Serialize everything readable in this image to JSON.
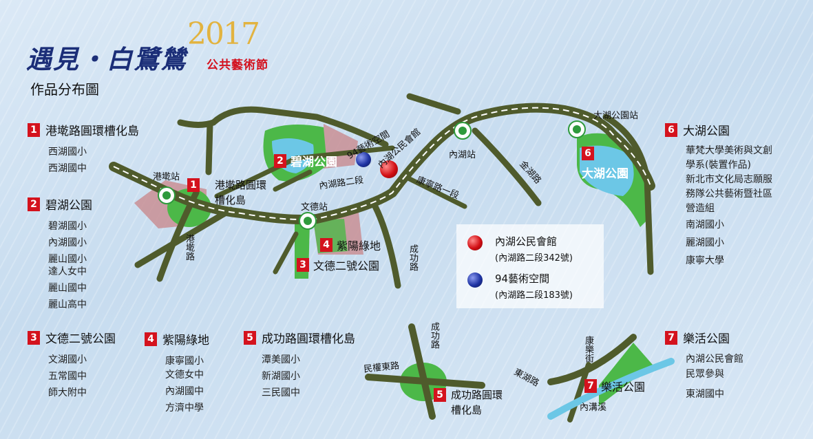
{
  "header": {
    "title": "遇見・白鷺鷥",
    "year": "2017",
    "festival": "公共藝術節",
    "subtitle": "作品分布圖"
  },
  "sections": [
    {
      "num": "1",
      "name": "港墘路圓環槽化島",
      "items": [
        "西湖國小",
        "西湖國中"
      ]
    },
    {
      "num": "2",
      "name": "碧湖公園",
      "items": [
        "碧湖國小",
        "內湖國小",
        "麗山國小",
        "達人女中",
        "麗山國中",
        "麗山高中"
      ]
    },
    {
      "num": "3",
      "name": "文德二號公園",
      "items": [
        "文湖國小",
        "五常國中",
        "師大附中"
      ]
    },
    {
      "num": "4",
      "name": "紫陽綠地",
      "items": [
        "康寧國小",
        "文德女中",
        "內湖國中",
        "方濟中學"
      ]
    },
    {
      "num": "5",
      "name": "成功路圓環槽化島",
      "items": [
        "潭美國小",
        "新湖國小",
        "三民國中"
      ]
    },
    {
      "num": "6",
      "name": "大湖公園",
      "items": [
        "華梵大學美術與文創",
        "學系(裝置作品)",
        "",
        "新北市文化局志願服",
        "務隊公共藝術暨社區",
        "營造組",
        "南湖國小",
        "麗湖國小",
        "康寧大學"
      ]
    },
    {
      "num": "7",
      "name": "樂活公園",
      "items": [
        "內湖公民會館",
        "民眾參與",
        "東湖國中"
      ]
    }
  ],
  "map": {
    "stations": {
      "gangqian": "港墘站",
      "wende": "文德站",
      "neihu": "內湖站",
      "dahu": "大湖公園站"
    },
    "roads": {
      "gangqian_rd": "港墘路",
      "neihu_rd2": "內湖路二段",
      "kangning_rd1": "康寧路一段",
      "jinhu_rd": "金湖路",
      "chenggong_rd": "成功路",
      "chenggong_rd_inset": "成功路",
      "minquan_e_rd": "民權東路",
      "donghu_rd": "東湖路",
      "kangle_st": "康樂街",
      "neigou_creek": "內溝溪"
    },
    "markers": {
      "m1": {
        "num": "1",
        "label_line1": "港墘路圓環",
        "label_line2": "槽化島"
      },
      "m2": {
        "num": "2",
        "label": "碧湖公園"
      },
      "m3": {
        "num": "3",
        "label": "文德二號公園"
      },
      "m4": {
        "num": "4",
        "label": "紫陽綠地"
      },
      "m5": {
        "num": "5",
        "label_line1": "成功路圓環",
        "label_line2": "槽化島"
      },
      "m6": {
        "num": "6",
        "label": "大湖公園"
      },
      "m7": {
        "num": "7",
        "label": "樂活公園"
      }
    },
    "pins": {
      "blue_label": "94藝術空間",
      "red_label": "內湖公民會館"
    }
  },
  "legend": [
    {
      "name": "內湖公民會館",
      "address": "(內湖路二段342號)",
      "color": "#d20e14"
    },
    {
      "name": "94藝術空間",
      "address": "(內湖路二段183號)",
      "color": "#1e33a3"
    }
  ],
  "colors": {
    "road": "#4f5b2c",
    "park": "#4cb848",
    "water": "#6cc7e6",
    "zone": "#c98f94",
    "badge": "#d4121d",
    "title": "#1b2e78"
  }
}
